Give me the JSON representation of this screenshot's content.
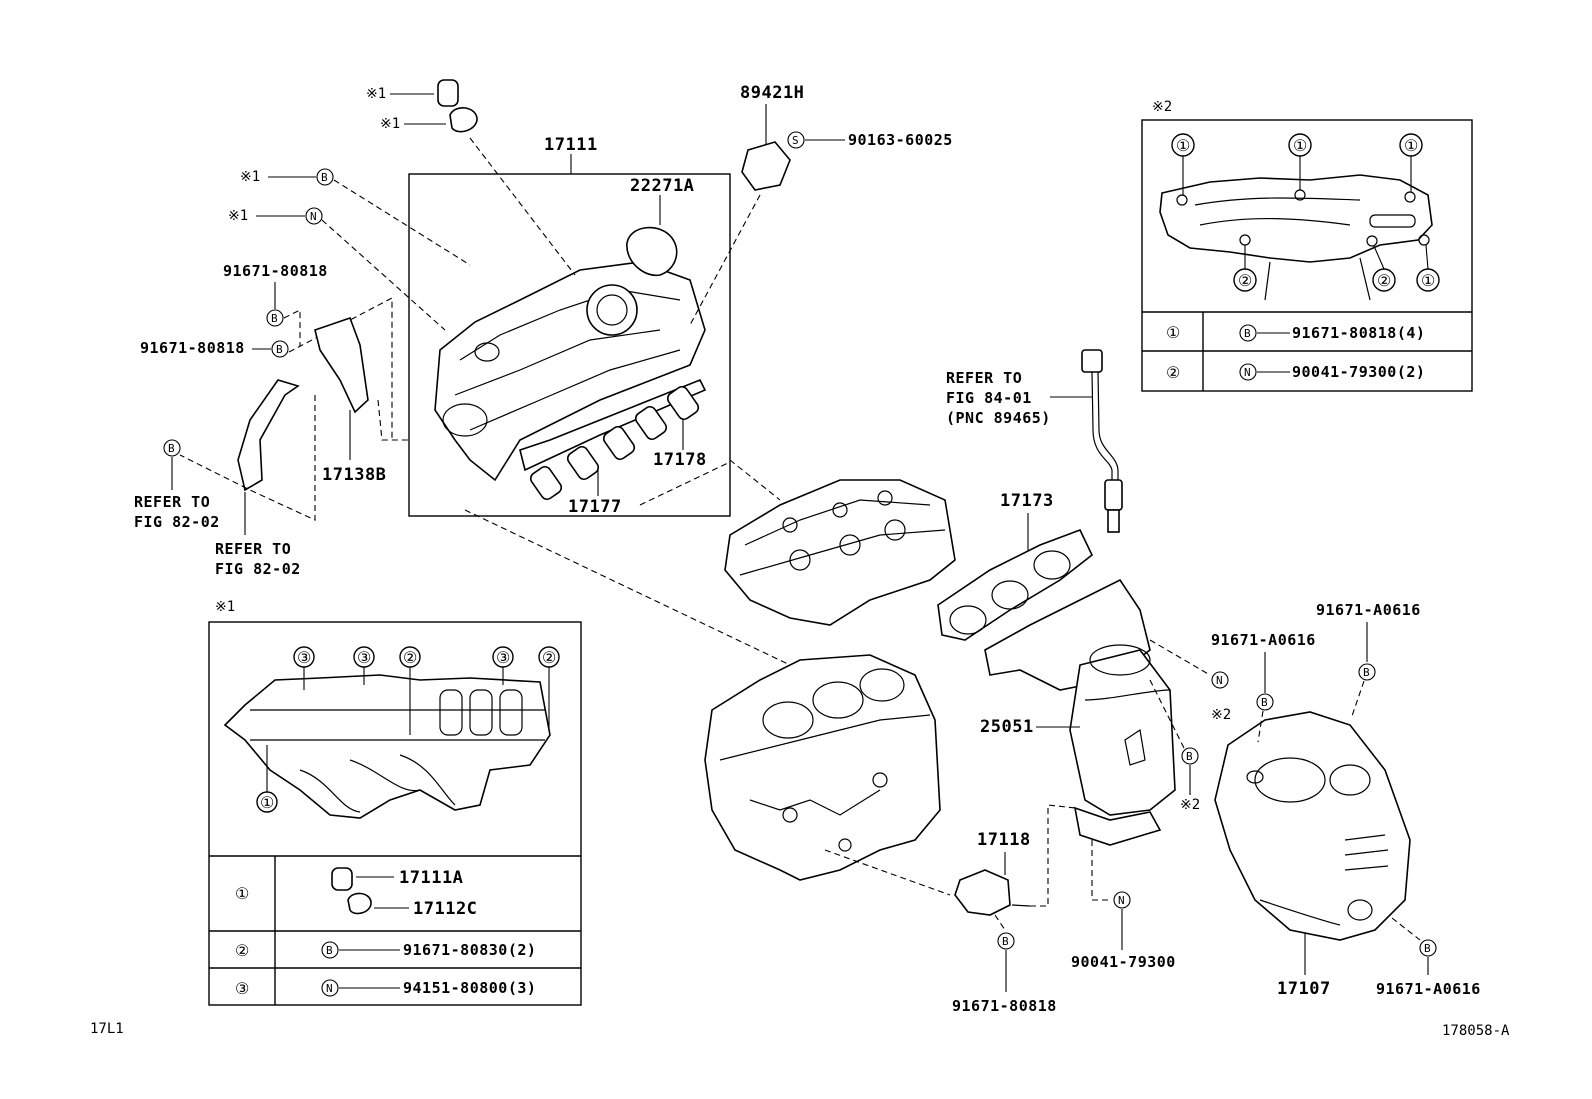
{
  "labels": {
    "p17111": "17111",
    "p22271A": "22271A",
    "p89421H": "89421H",
    "p90163": "90163-60025",
    "p91671_a": "91671-80818",
    "p91671_b": "91671-80818",
    "p17138B": "17138B",
    "p17178": "17178",
    "p17177": "17177",
    "refer_82_a1": "REFER TO",
    "refer_82_a2": "FIG 82-02",
    "refer_82_b1": "REFER TO",
    "refer_82_b2": "FIG 82-02",
    "refer_84_1": "REFER TO",
    "refer_84_2": "FIG 84-01",
    "refer_84_3": "(PNC 89465)",
    "p17173": "17173",
    "p25051": "25051",
    "p17118": "17118",
    "p91671_bottom": "91671-80818",
    "p90041": "90041-79300",
    "p17107": "17107",
    "pA0616_1": "91671-A0616",
    "pA0616_2": "91671-A0616",
    "pA0616_3": "91671-A0616",
    "note_ref": "※1",
    "note_ref2": "※2",
    "code_left": "17L1",
    "code_right": "178058-A"
  },
  "symbols": {
    "b": "B",
    "n": "N",
    "s": "S"
  },
  "table1": {
    "title": "※1",
    "rows": [
      {
        "num": "①",
        "part_a": "17111A",
        "part_b": "17112C"
      },
      {
        "num": "②",
        "sym": "B",
        "part": "91671-80830(2)"
      },
      {
        "num": "③",
        "sym": "N",
        "part": "94151-80800(3)"
      }
    ]
  },
  "table2": {
    "title": "※2",
    "rows": [
      {
        "num": "①",
        "sym": "B",
        "part": "91671-80818(4)"
      },
      {
        "num": "②",
        "sym": "N",
        "part": "90041-79300(2)"
      }
    ]
  },
  "circle_nums": {
    "one": "①",
    "two": "②",
    "three": "③"
  }
}
